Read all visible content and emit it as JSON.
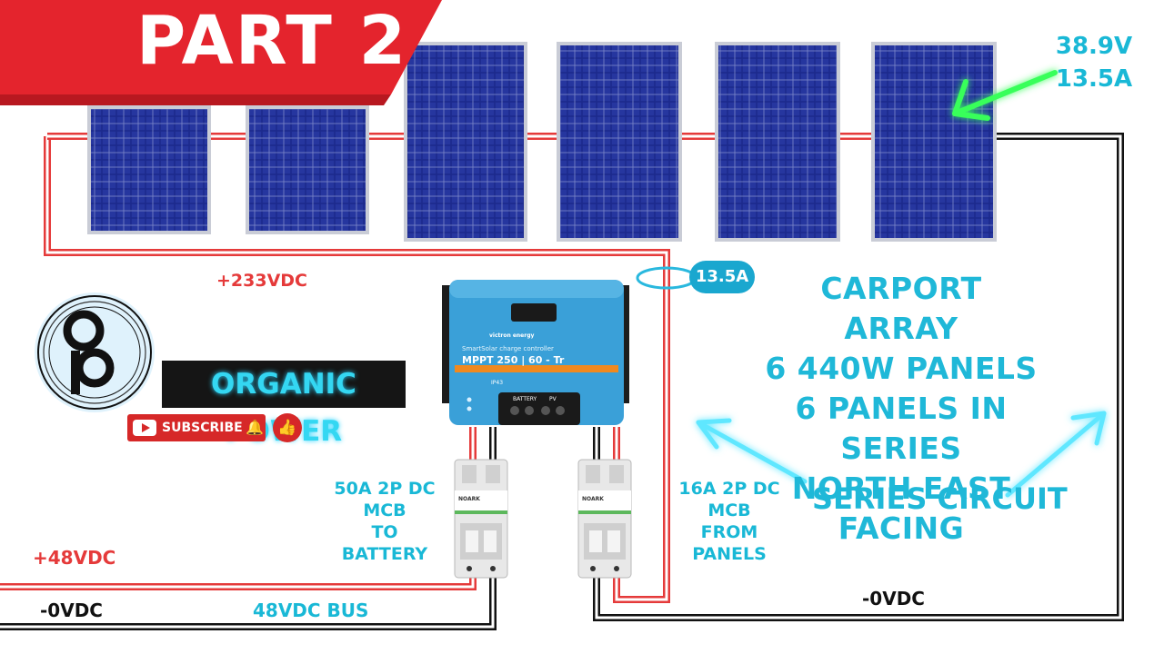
{
  "banner": {
    "title": "PART 2"
  },
  "array": {
    "voltage": "38.9V",
    "current": "13.5A",
    "string_current": "13.5A",
    "info_lines": [
      "CARPORT ARRAY",
      "6 440W PANELS",
      "6 PANELS IN SERIES",
      "NORTH EAST FACING"
    ],
    "series_label": "SERIES CIRCUIT",
    "panel_count": 6
  },
  "wiring": {
    "pv_positive": "+233VDC",
    "battery_positive": "+48VDC",
    "negative_left": "-0VDC",
    "negative_right": "-0VDC",
    "bus": "48VDC BUS"
  },
  "breakers": {
    "battery_mcb": [
      "50A 2P DC",
      "MCB",
      "TO BATTERY"
    ],
    "panel_mcb": [
      "16A 2P DC",
      "MCB",
      "FROM",
      "PANELS"
    ],
    "brand": "NOARK"
  },
  "controller": {
    "brand": "victron energy",
    "subtitle": "SmartSolar charge controller",
    "model": "MPPT 250 | 60 - Tr",
    "rating": "IP43",
    "battery_terminal": "BATTERY",
    "pv_terminal": "PV"
  },
  "branding": {
    "channel": "ORGANIC POWER",
    "subscribe": "SUBSCRIBE",
    "icons": [
      "play-icon",
      "bell-icon",
      "thumbs-up-icon"
    ]
  },
  "colors": {
    "accent": "#19b8d6",
    "positive": "#e53a3a",
    "negative": "#111111",
    "banner": "#e4242d",
    "panel": "#1f2a8a",
    "controller": "#3aa0d8",
    "glow_green": "#39ff5a"
  }
}
